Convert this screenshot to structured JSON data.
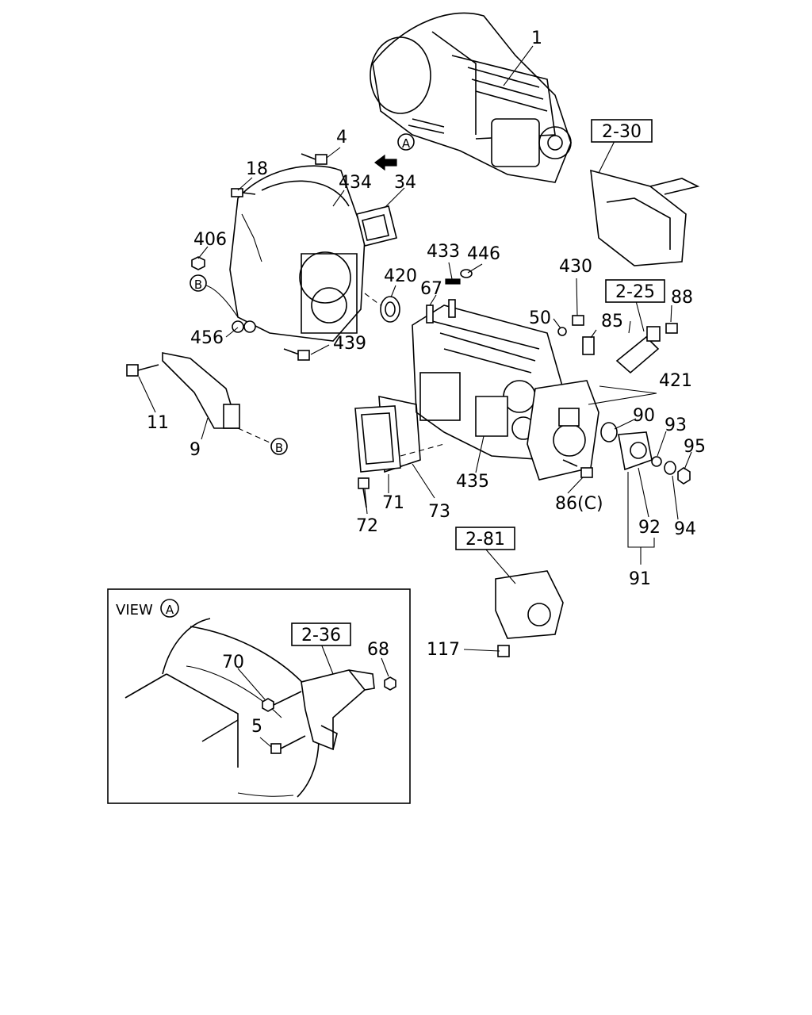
{
  "callouts": {
    "c1": "1",
    "c4": "4",
    "c18": "18",
    "c434": "434",
    "c34": "34",
    "c406": "406",
    "c420": "420",
    "c433": "433",
    "c446": "446",
    "c430": "430",
    "c67": "67",
    "c50": "50",
    "c85": "85",
    "c88": "88",
    "c456": "456",
    "c439": "439",
    "c421": "421",
    "c11": "11",
    "c90": "90",
    "c93": "93",
    "c95": "95",
    "c9": "9",
    "c435": "435",
    "c86": "86(C)",
    "c71": "71",
    "c73": "73",
    "c72": "72",
    "c92": "92",
    "c94": "94",
    "c91": "91",
    "c117": "117",
    "c70": "70",
    "c68": "68",
    "c5": "5"
  },
  "refs": {
    "r230": "2-30",
    "r225": "2-25",
    "r281": "2-81",
    "r236": "2-36"
  },
  "markers": {
    "view_a": "A",
    "b_top": "B",
    "b_bottom": "B",
    "view_a_inset": "A"
  },
  "inset": {
    "title": "VIEW"
  }
}
